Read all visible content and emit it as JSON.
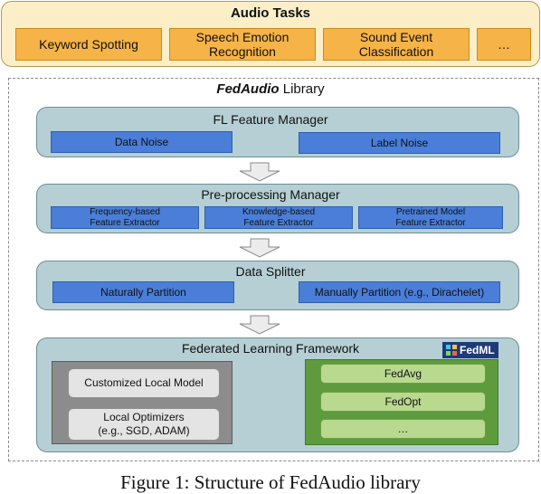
{
  "audio_tasks": {
    "title": "Audio Tasks",
    "items": [
      "Keyword Spotting",
      "Speech Emotion\nRecognition",
      "Sound Event\nClassification",
      "…"
    ]
  },
  "library": {
    "name": "FedAudio",
    "suffix": " Library"
  },
  "fl_feature_manager": {
    "title": "FL Feature Manager",
    "items": [
      "Data Noise",
      "Label Noise"
    ]
  },
  "preprocessing_manager": {
    "title": "Pre-processing Manager",
    "items": [
      "Frequency-based\nFeature Extractor",
      "Knowledge-based\nFeature Extractor",
      "Pretrained Model\nFeature Extractor"
    ]
  },
  "data_splitter": {
    "title": "Data Splitter",
    "items": [
      "Naturally Partition",
      "Manually Partition (e.g., Dirachelet)"
    ]
  },
  "fl_framework": {
    "title": "Federated Learning Framework",
    "badge": "FedML",
    "local_items": [
      "Customized Local Model",
      "Local Optimizers\n(e.g., SGD, ADAM)"
    ],
    "fed_items": [
      "FedAvg",
      "FedOpt",
      "…"
    ]
  },
  "caption": "Figure 1: Structure of FedAudio library",
  "colors": {
    "task_panel": "#fcefc8",
    "task_box": "#f6b347",
    "stage_panel": "#b5cfd4",
    "blue_box": "#4a7ed8",
    "grey_group": "#8c8c8c",
    "green_group": "#5e9b3f",
    "green_item": "#b9d98f",
    "fedml_badge": "#1e3a78"
  }
}
